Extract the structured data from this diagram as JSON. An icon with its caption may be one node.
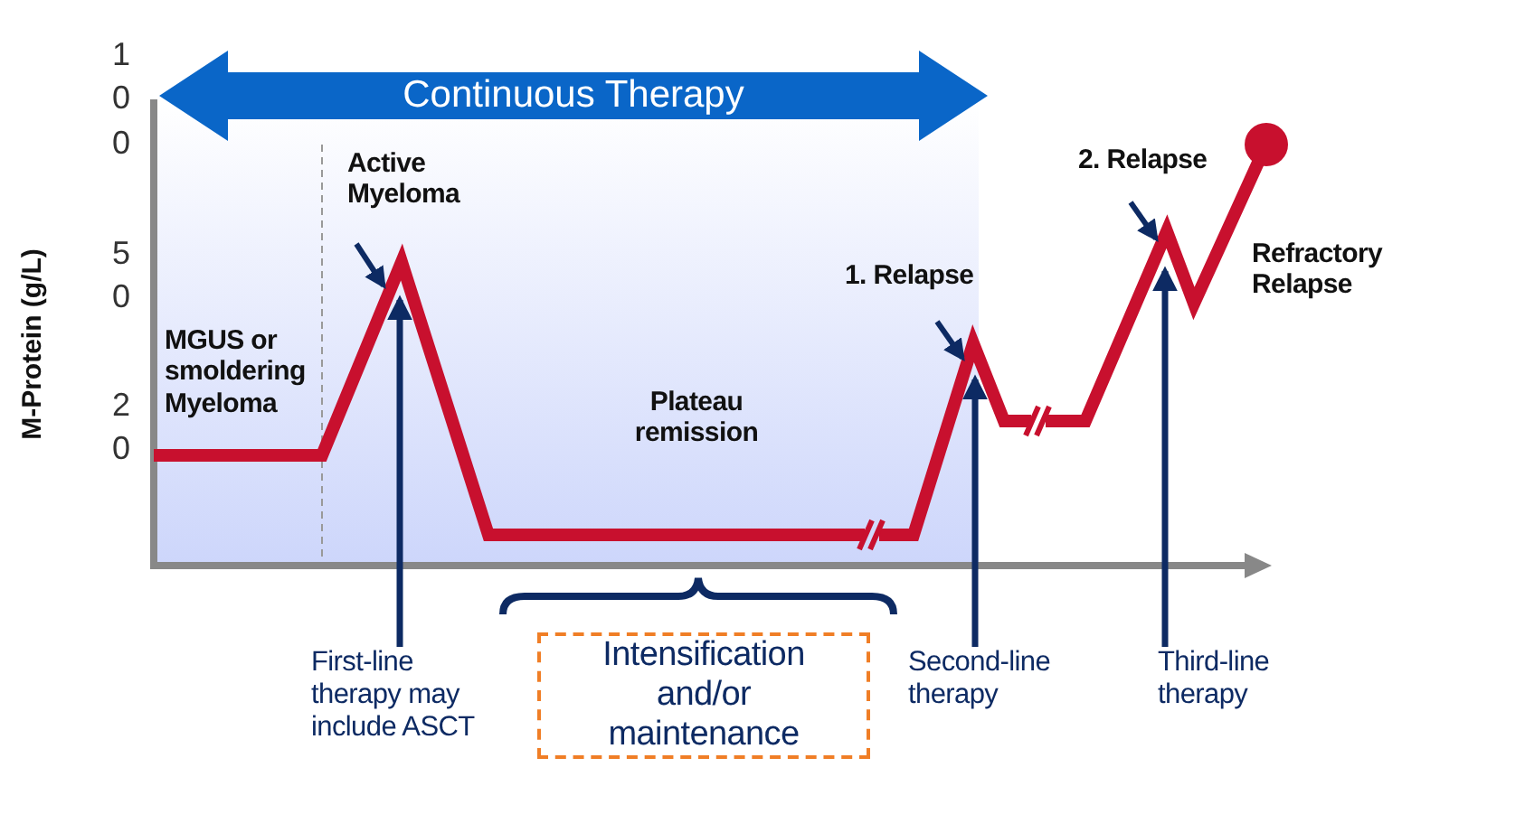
{
  "diagram": {
    "nodes": [
      {
        "text": [
          "Continuous Therapy"
        ]
      },
      {
        "text": [
          "MGUS or smoldering Myeloma"
        ]
      },
      {
        "text": [
          "Active Myeloma"
        ]
      },
      {
        "text": [
          "Plateau remission"
        ]
      },
      {
        "text": [
          "1. Relapse"
        ]
      },
      {
        "text": [
          "2. Relapse"
        ]
      },
      {
        "text": [
          "Refractory Relapse"
        ]
      },
      {
        "text": [
          "First-line therapy may include ASCT"
        ]
      },
      {
        "text": [
          "Intensification and/or maintenance"
        ]
      },
      {
        "text": [
          "Second-line therapy"
        ]
      },
      {
        "text": [
          "Third-line therapy"
        ]
      }
    ],
    "edges": [
      {
        "from": 2,
        "to": null,
        "arrow": "to"
      },
      {
        "from": 4,
        "to": null,
        "arrow": "to"
      },
      {
        "from": 5,
        "to": null,
        "arrow": "to"
      },
      {
        "from": 7,
        "to": null,
        "arrow": "to"
      },
      {
        "from": 9,
        "to": null,
        "arrow": "to"
      },
      {
        "from": 10,
        "to": null,
        "arrow": "to"
      }
    ],
    "labels": [
      "100",
      "50",
      "20",
      "M-Protein (g/L)"
    ]
  }
}
